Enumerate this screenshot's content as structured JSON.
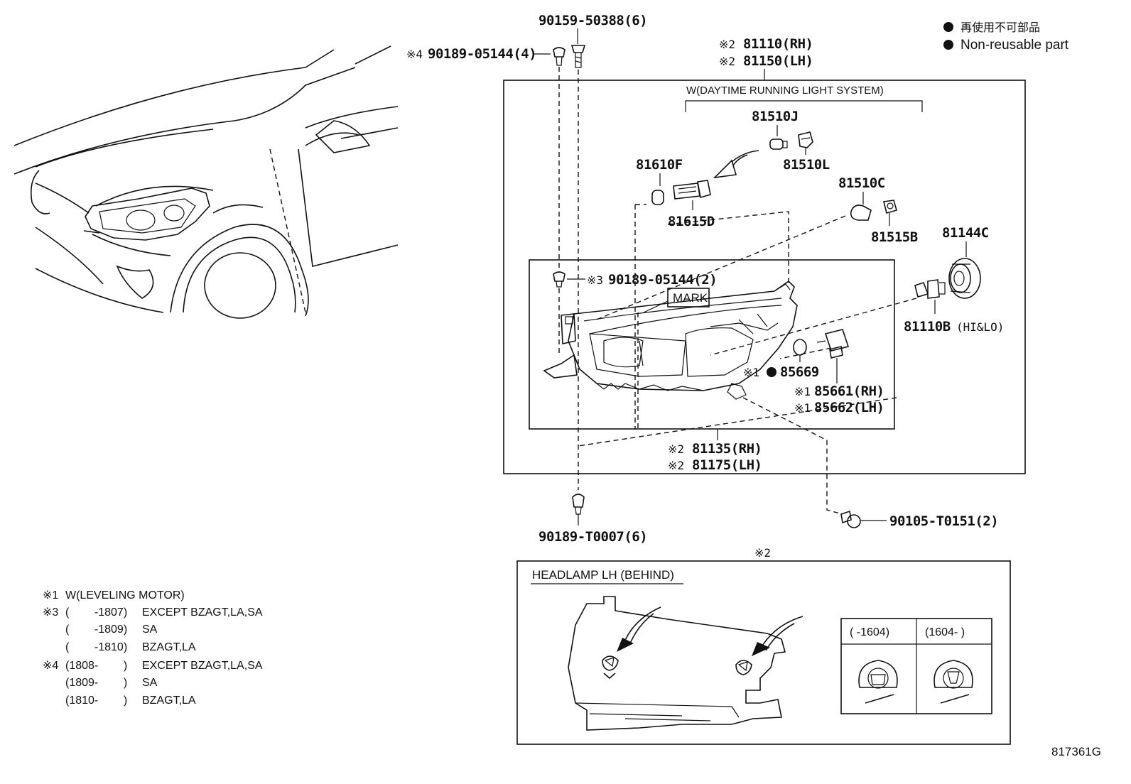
{
  "legend": {
    "line_ja": "再使用不可部品",
    "line_en": "Non-reusable part"
  },
  "parts": {
    "clip_top": "90159-50388(6)",
    "clip_x4_mark": "※4",
    "clip_x4": "90189-05144(4)",
    "assy_mark_rh": "※2",
    "assy_rh": "81110(RH)",
    "assy_mark_lh": "※2",
    "assy_lh": "81150(LH)",
    "drl_system": "W(DAYTIME RUNNING LIGHT SYSTEM)",
    "p81510J": "81510J",
    "p81510L": "81510L",
    "p81610F": "81610F",
    "p81615D": "81615D",
    "p81510C": "81510C",
    "p81515B": "81515B",
    "p81144C": "81144C",
    "clip_x3_mark": "※3",
    "clip_x3": "90189-05144(2)",
    "mark_label": "MARK",
    "p81110B": "81110B",
    "p81110B_suffix": "(HI&LO)",
    "p85669_mark": "※1",
    "p85669": "85669",
    "p85661_mark": "※1",
    "p85661": "85661(RH)",
    "p85662_mark": "※1",
    "p85662": "85662(LH)",
    "unit_mark_rh": "※2",
    "unit_rh": "81135(RH)",
    "unit_mark_lh": "※2",
    "unit_lh": "81175(LH)",
    "bolt": "90105-T0151(2)",
    "clip_bottom": "90189-T0007(6)"
  },
  "inset": {
    "mark": "※2",
    "title": "HEADLAMP LH (BEHIND)",
    "col1": "(  -1604)",
    "col2": "(1604-  )"
  },
  "footnotes": [
    {
      "mark": "※1",
      "range": "W(LEVELING MOTOR)",
      "desc": ""
    },
    {
      "mark": "※3",
      "range": "(        -1807)",
      "desc": "EXCEPT BZAGT,LA,SA"
    },
    {
      "mark": "",
      "range": "(        -1809)",
      "desc": "SA"
    },
    {
      "mark": "",
      "range": "(        -1810)",
      "desc": "BZAGT,LA"
    },
    {
      "mark": "※4",
      "range": "(1808-        )",
      "desc": "EXCEPT BZAGT,LA,SA"
    },
    {
      "mark": "",
      "range": "(1809-        )",
      "desc": "SA"
    },
    {
      "mark": "",
      "range": "(1810-        )",
      "desc": "BZAGT,LA"
    }
  ],
  "diagram_code": "817361G"
}
